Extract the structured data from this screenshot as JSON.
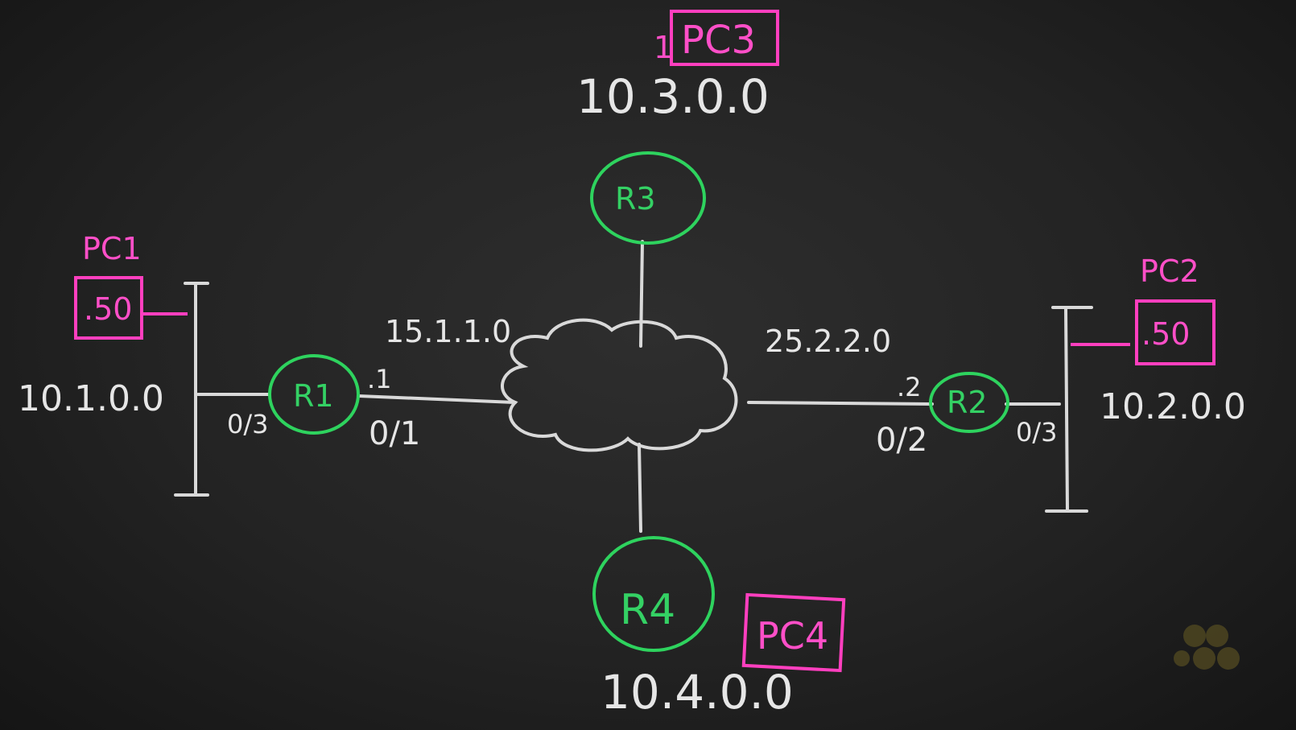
{
  "routers": {
    "r1": "R1",
    "r2": "R2",
    "r3": "R3",
    "r4": "R4"
  },
  "pcs": {
    "pc1": {
      "name": "PC1",
      "host": ".50"
    },
    "pc2": {
      "name": "PC2",
      "host": ".50"
    },
    "pc3": {
      "name": "PC3",
      "host": "1"
    },
    "pc4": {
      "name": "PC4"
    }
  },
  "networks": {
    "net_pc1": "10.1.0.0",
    "net_pc2": "10.2.0.0",
    "net_pc3": "10.3.0.0",
    "net_pc4": "10.4.0.0",
    "link_r1": "15.1.1.0",
    "link_r2": "25.2.2.0"
  },
  "interfaces": {
    "r1_lan": "0/3",
    "r1_wan": "0/1",
    "r1_ip": ".1",
    "r2_wan": "0/2",
    "r2_lan": "0/3",
    "r2_ip": ".2"
  },
  "colors": {
    "board": "#232323",
    "chalk": "#e6e6e6",
    "router": "#2ed35e",
    "pc": "#ff3fbf"
  }
}
